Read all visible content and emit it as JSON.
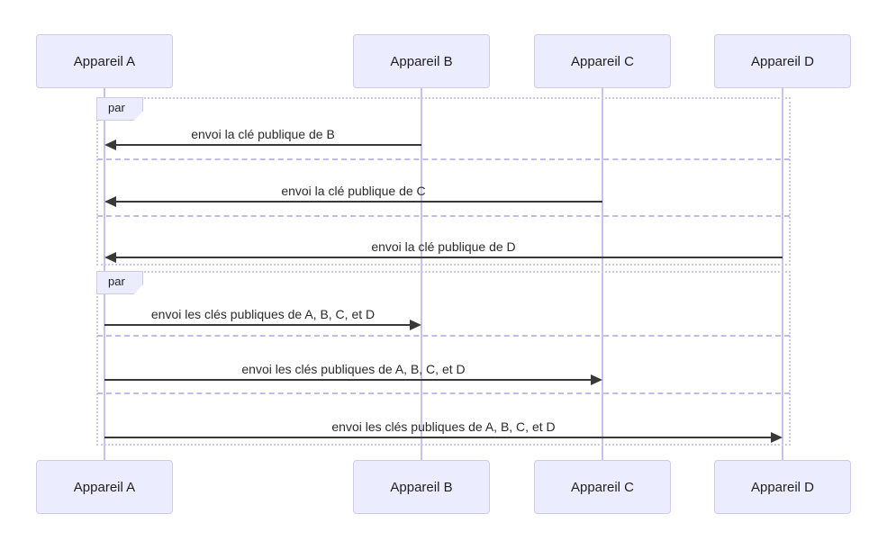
{
  "diagram": {
    "type": "sequence-diagram",
    "participants": [
      {
        "id": "A",
        "label": "Appareil A"
      },
      {
        "id": "B",
        "label": "Appareil B"
      },
      {
        "id": "C",
        "label": "Appareil C"
      },
      {
        "id": "D",
        "label": "Appareil D"
      }
    ],
    "frames": [
      {
        "label": "par",
        "messages": [
          {
            "from": "Appareil B",
            "to": "Appareil A",
            "direction": "left",
            "text": "envoi la clé publique de B"
          },
          {
            "from": "Appareil C",
            "to": "Appareil A",
            "direction": "left",
            "text": "envoi la clé publique de C"
          },
          {
            "from": "Appareil D",
            "to": "Appareil A",
            "direction": "left",
            "text": "envoi la clé publique de D"
          }
        ]
      },
      {
        "label": "par",
        "messages": [
          {
            "from": "Appareil A",
            "to": "Appareil B",
            "direction": "right",
            "text": "envoi les clés publiques de A, B, C, et D"
          },
          {
            "from": "Appareil A",
            "to": "Appareil C",
            "direction": "right",
            "text": "envoi les clés publiques de A, B, C, et D"
          },
          {
            "from": "Appareil A",
            "to": "Appareil D",
            "direction": "right",
            "text": "envoi les clés publiques de A, B, C, et D"
          }
        ]
      }
    ],
    "colors": {
      "background": "#ffffff",
      "actor_fill": "#ececff",
      "actor_border": "#cfc9ec",
      "lifeline": "#c8c2e8",
      "frame_border": "#cdc8ea",
      "separator": "#c2bce4",
      "arrow": "#393939",
      "text": "#1f1f1f"
    }
  }
}
